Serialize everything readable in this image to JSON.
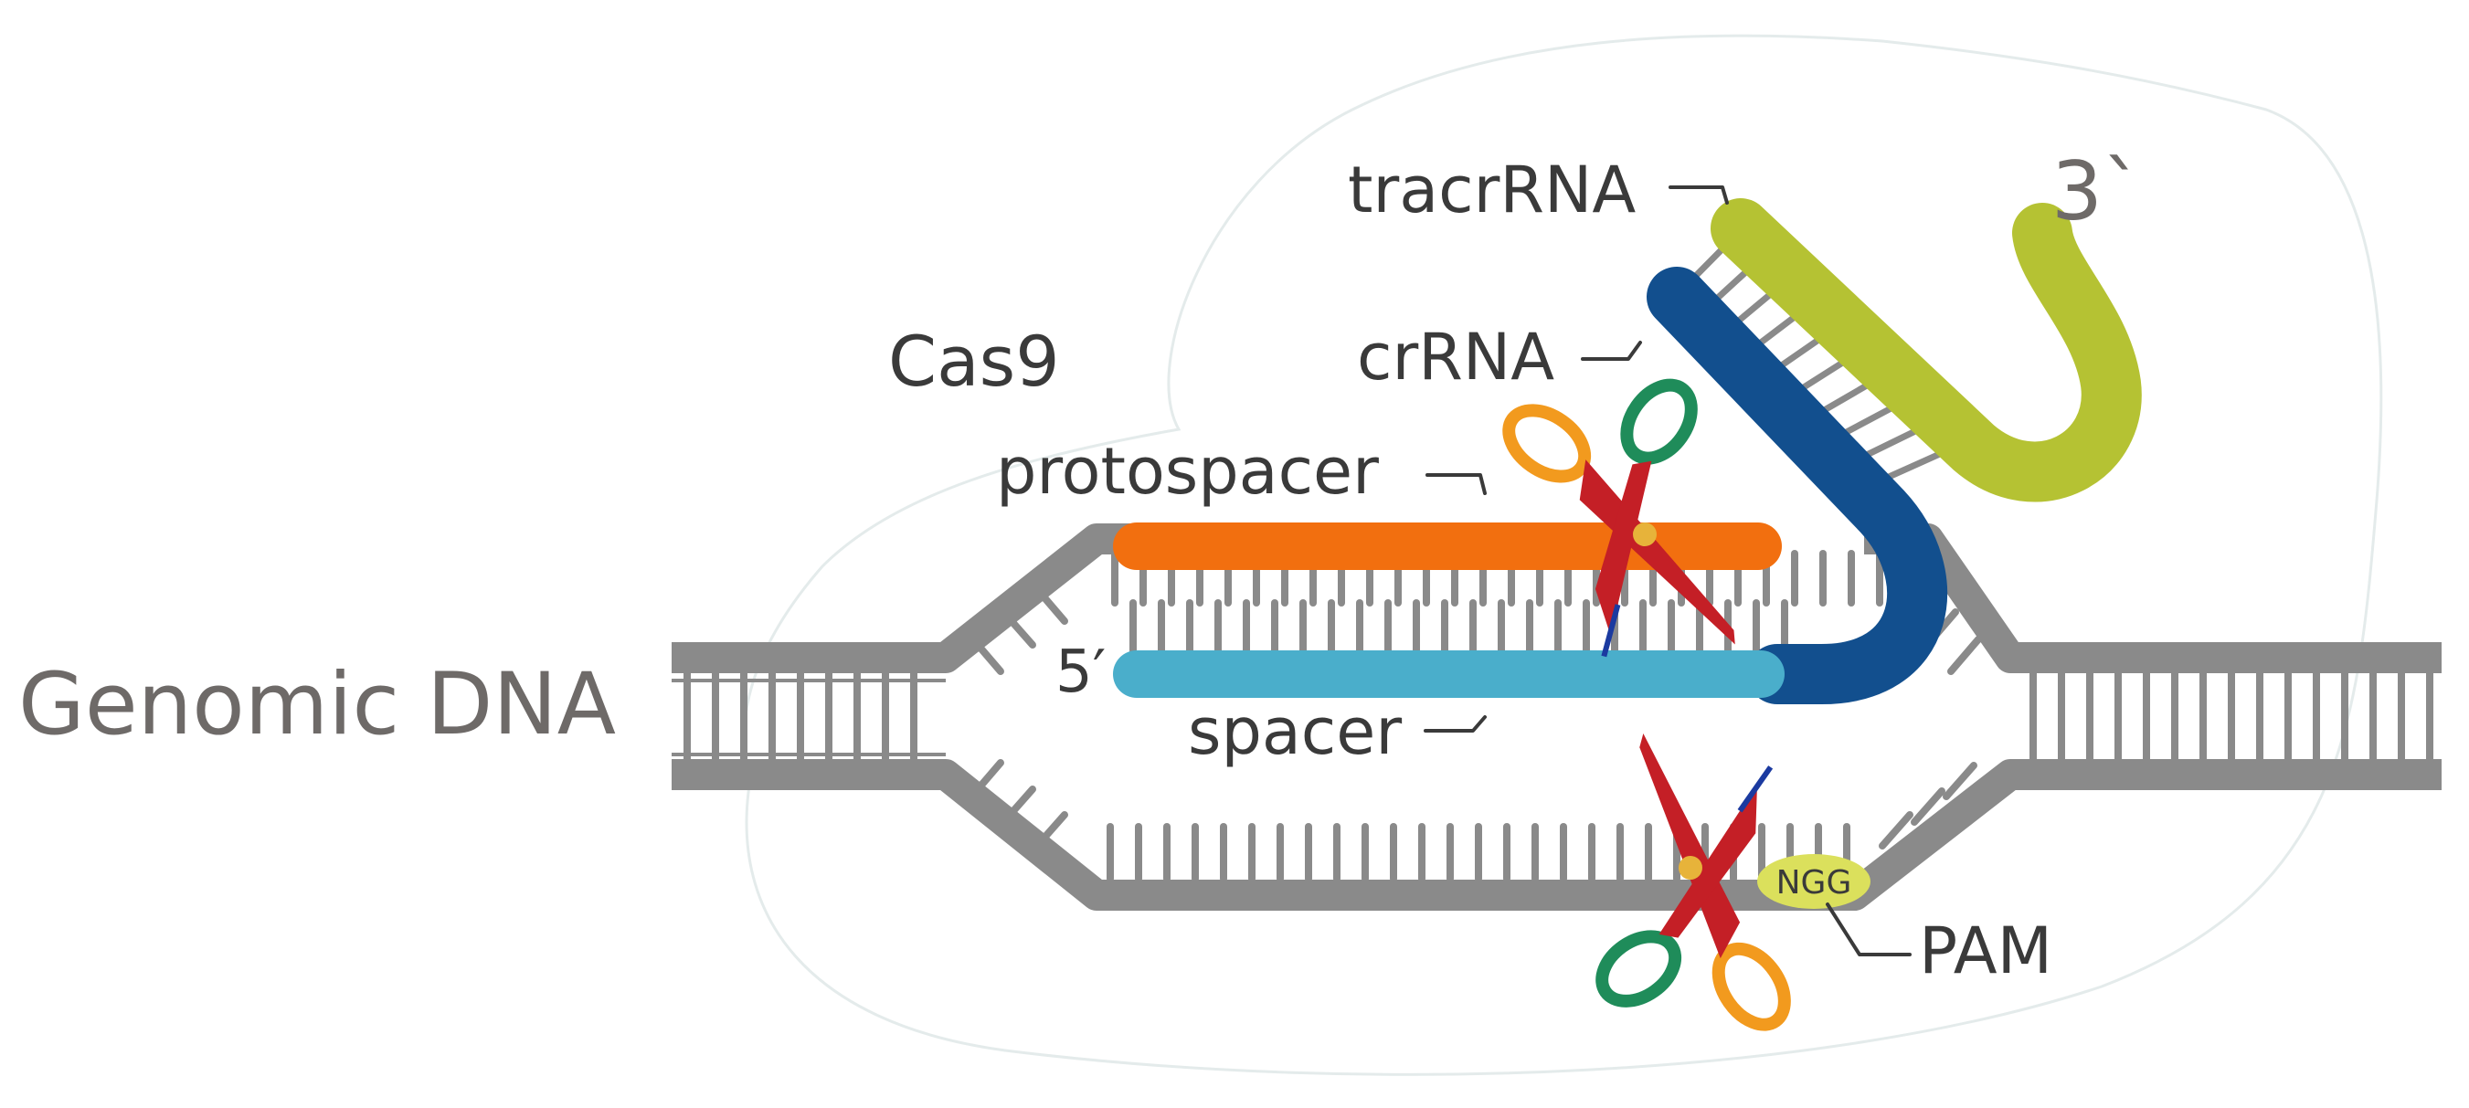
{
  "labels": {
    "genomic_dna": "Genomic DNA",
    "cas9": "Cas9",
    "tracrrna": "tracrRNA",
    "crrna": "crRNA",
    "protospacer": "protospacer",
    "spacer": "spacer",
    "five_prime": "5′",
    "three_prime": "3`",
    "pam": "PAM",
    "ngg": "NGG"
  },
  "colors": {
    "dna_backbone": "#8a8a8a",
    "dna_rungs": "#8a8a8a",
    "protospacer": "#f26f0f",
    "spacer": "#4aaecb",
    "crrna": "#124f8e",
    "tracrrna": "#b5c233",
    "pam_badge": "#dbe05c",
    "cas9_outline": "#e6ecec",
    "label_dark": "#3a3a3a",
    "label_gray": "#6e6a68",
    "scissors_blade": "#c41f26",
    "scissors_handle_green": "#1f8c5a",
    "scissors_handle_orange": "#f29a1e"
  },
  "icons": {
    "cut_top": "scissors-icon",
    "cut_bottom": "scissors-icon"
  }
}
